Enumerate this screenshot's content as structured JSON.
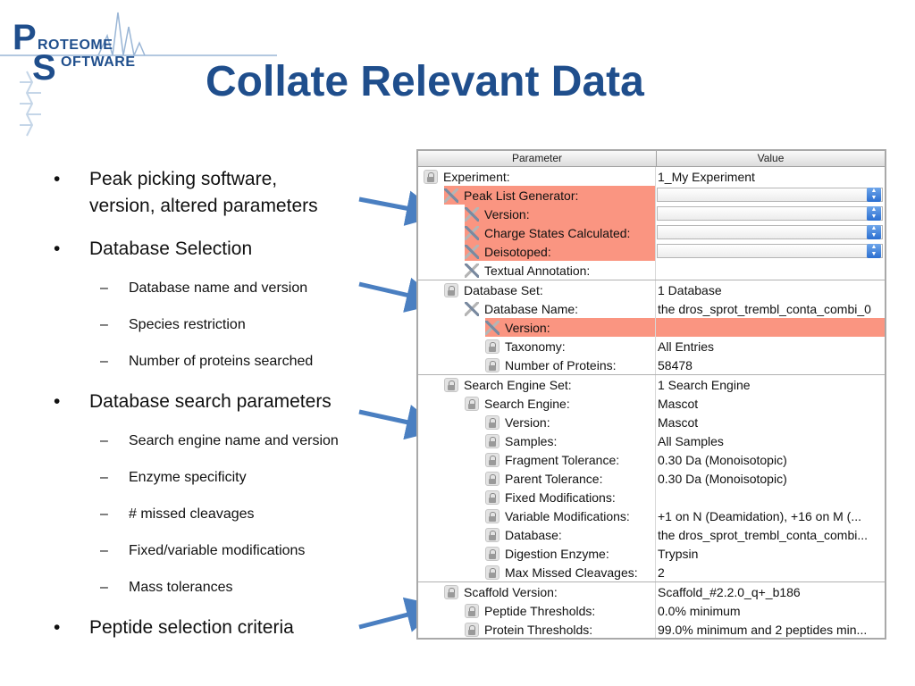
{
  "logo": {
    "p": "P",
    "roteome": "ROTEOME",
    "s": "S",
    "oftware": "OFTWARE"
  },
  "title": "Collate Relevant Data",
  "bullets": [
    {
      "level": 1,
      "text": "Peak picking software,"
    },
    {
      "level": 1,
      "text": "version, altered parameters"
    },
    {
      "level": 1,
      "text": "Database Selection"
    },
    {
      "level": 2,
      "text": "Database name and version"
    },
    {
      "level": 2,
      "text": "Species restriction"
    },
    {
      "level": 2,
      "text": "Number of proteins searched"
    },
    {
      "level": 1,
      "text": "Database search parameters"
    },
    {
      "level": 2,
      "text": "Search engine name and version"
    },
    {
      "level": 2,
      "text": "Enzyme specificity"
    },
    {
      "level": 2,
      "text": "# missed cleavages"
    },
    {
      "level": 2,
      "text": "Fixed/variable modifications"
    },
    {
      "level": 2,
      "text": "Mass tolerances"
    },
    {
      "level": 1,
      "text": "Peptide selection criteria"
    }
  ],
  "table": {
    "header": {
      "parameter": "Parameter",
      "value": "Value"
    },
    "rows": [
      {
        "indent": 0,
        "icon": "lock-icon",
        "label": "Experiment:",
        "value": "1_My Experiment",
        "highlight": false,
        "select": false,
        "sep": false
      },
      {
        "indent": 1,
        "icon": "tool-icon",
        "label": "Peak List Generator:",
        "value": "",
        "highlight": true,
        "select": true,
        "sep": false
      },
      {
        "indent": 2,
        "icon": "tool-icon",
        "label": "Version:",
        "value": "",
        "highlight": true,
        "select": true,
        "sep": false
      },
      {
        "indent": 2,
        "icon": "tool-icon",
        "label": "Charge States Calculated:",
        "value": "",
        "highlight": true,
        "select": true,
        "sep": false
      },
      {
        "indent": 2,
        "icon": "tool-icon",
        "label": "Deisotoped:",
        "value": "",
        "highlight": true,
        "select": true,
        "sep": false
      },
      {
        "indent": 2,
        "icon": "tool-icon",
        "label": "Textual Annotation:",
        "value": "",
        "highlight": false,
        "select": false,
        "sep": false
      },
      {
        "indent": 1,
        "icon": "lock-icon",
        "label": "Database Set:",
        "value": "1 Database",
        "highlight": false,
        "select": false,
        "sep": true
      },
      {
        "indent": 2,
        "icon": "tool-icon",
        "label": "Database Name:",
        "value": "the dros_sprot_trembl_conta_combi_0",
        "highlight": false,
        "select": false,
        "sep": false
      },
      {
        "indent": 3,
        "icon": "tool-icon",
        "label": "Version:",
        "value": "",
        "highlight": true,
        "select": false,
        "sep": false,
        "fullHighlight": true
      },
      {
        "indent": 3,
        "icon": "lock-icon",
        "label": "Taxonomy:",
        "value": "All Entries",
        "highlight": false,
        "select": false,
        "sep": false
      },
      {
        "indent": 3,
        "icon": "lock-icon",
        "label": "Number of Proteins:",
        "value": "58478",
        "highlight": false,
        "select": false,
        "sep": false
      },
      {
        "indent": 1,
        "icon": "lock-icon",
        "label": "Search Engine Set:",
        "value": "1 Search Engine",
        "highlight": false,
        "select": false,
        "sep": true
      },
      {
        "indent": 2,
        "icon": "lock-icon",
        "label": "Search Engine:",
        "value": "Mascot",
        "highlight": false,
        "select": false,
        "sep": false
      },
      {
        "indent": 3,
        "icon": "lock-icon",
        "label": "Version:",
        "value": "Mascot",
        "highlight": false,
        "select": false,
        "sep": false
      },
      {
        "indent": 3,
        "icon": "lock-icon",
        "label": "Samples:",
        "value": "All Samples",
        "highlight": false,
        "select": false,
        "sep": false
      },
      {
        "indent": 3,
        "icon": "lock-icon",
        "label": "Fragment Tolerance:",
        "value": "0.30 Da (Monoisotopic)",
        "highlight": false,
        "select": false,
        "sep": false
      },
      {
        "indent": 3,
        "icon": "lock-icon",
        "label": "Parent Tolerance:",
        "value": "0.30 Da (Monoisotopic)",
        "highlight": false,
        "select": false,
        "sep": false
      },
      {
        "indent": 3,
        "icon": "lock-icon",
        "label": "Fixed Modifications:",
        "value": "",
        "highlight": false,
        "select": false,
        "sep": false
      },
      {
        "indent": 3,
        "icon": "lock-icon",
        "label": "Variable Modifications:",
        "value": "+1 on N (Deamidation), +16 on M (...",
        "highlight": false,
        "select": false,
        "sep": false
      },
      {
        "indent": 3,
        "icon": "lock-icon",
        "label": "Database:",
        "value": "the dros_sprot_trembl_conta_combi...",
        "highlight": false,
        "select": false,
        "sep": false
      },
      {
        "indent": 3,
        "icon": "lock-icon",
        "label": "Digestion Enzyme:",
        "value": "Trypsin",
        "highlight": false,
        "select": false,
        "sep": false
      },
      {
        "indent": 3,
        "icon": "lock-icon",
        "label": "Max Missed Cleavages:",
        "value": "2",
        "highlight": false,
        "select": false,
        "sep": false
      },
      {
        "indent": 1,
        "icon": "lock-icon",
        "label": "Scaffold Version:",
        "value": "Scaffold_#2.2.0_q+_b186",
        "highlight": false,
        "select": false,
        "sep": true
      },
      {
        "indent": 2,
        "icon": "lock-icon",
        "label": "Peptide Thresholds:",
        "value": "0.0% minimum",
        "highlight": false,
        "select": false,
        "sep": false
      },
      {
        "indent": 2,
        "icon": "lock-icon",
        "label": "Protein Thresholds:",
        "value": "99.0% minimum and 2 peptides min...",
        "highlight": false,
        "select": false,
        "sep": false
      }
    ]
  },
  "colors": {
    "title": "#1f4e8c",
    "highlight": "#fa9581",
    "arrow": "#4a7fc1"
  }
}
